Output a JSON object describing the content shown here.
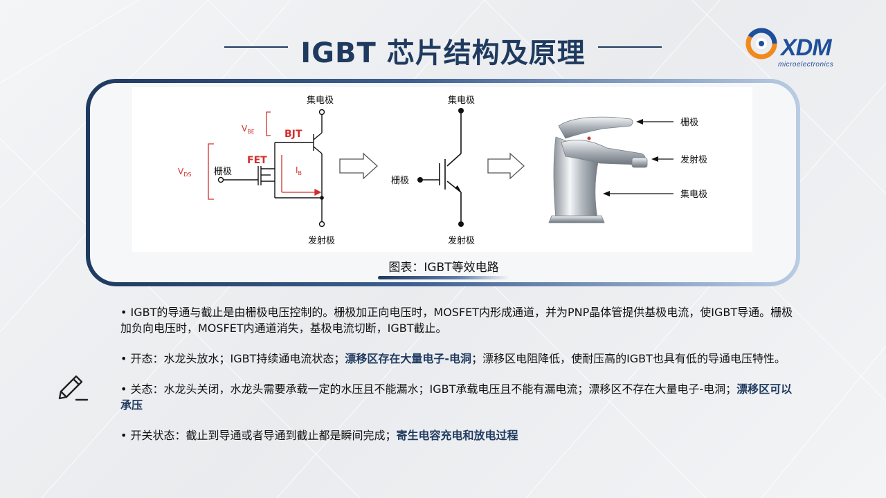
{
  "header": {
    "title": "IGBT 芯片结构及原理"
  },
  "logo": {
    "brand": "XDM",
    "sub": "microelectronics"
  },
  "figure": {
    "caption": "图表：IGBT等效电路",
    "circuit": {
      "collector": "集电极",
      "emitter": "发射极",
      "gate": "栅极",
      "bjt": "BJT",
      "fet": "FET",
      "vbe_main": "V",
      "vbe_sub": "BE",
      "vds_main": "V",
      "vds_sub": "DS",
      "ib_main": "I",
      "ib_sub": "B"
    },
    "symbol": {
      "collector": "集电极",
      "emitter": "发射极",
      "gate": "栅极"
    },
    "faucet": {
      "gate": "栅极",
      "emitter": "发射极",
      "collector": "集电极"
    }
  },
  "bullets": [
    {
      "parts": [
        "• IGBT的导通与截止是由栅极电压控制的。栅极加正向电压时，MOSFET内形成通道，并为PNP晶体管提供基极电流，使IGBT导通。栅极加负向电压时，MOSFET内通道消失，基极电流切断，IGBT截止。"
      ]
    },
    {
      "parts": [
        "• 开态：水龙头放水；IGBT持续通电流状态；",
        "漂移区存在大量电子-电洞",
        "；漂移区电阻降低，使耐压高的IGBT也具有低的导通电压特性。"
      ]
    },
    {
      "parts": [
        "• 关态：水龙头关闭，水龙头需要承载一定的水压且不能漏水；IGBT承载电压且不能有漏电流；漂移区不存在大量电子-电洞；",
        "漂移区可以承压",
        ""
      ]
    },
    {
      "parts": [
        "• 开关状态：截止到导通或者导通到截止都是瞬间完成；",
        "寄生电容充电和放电过程",
        ""
      ]
    }
  ],
  "icons": {
    "edit": "edit-pencil-icon",
    "logo": "xdm-logo-icon",
    "arrow": "hollow-arrow-icon"
  },
  "colors": {
    "primary": "#1f3a5f",
    "red": "#d0302c",
    "logo_orange": "#f08a1c",
    "logo_blue": "#1f4f9a"
  }
}
